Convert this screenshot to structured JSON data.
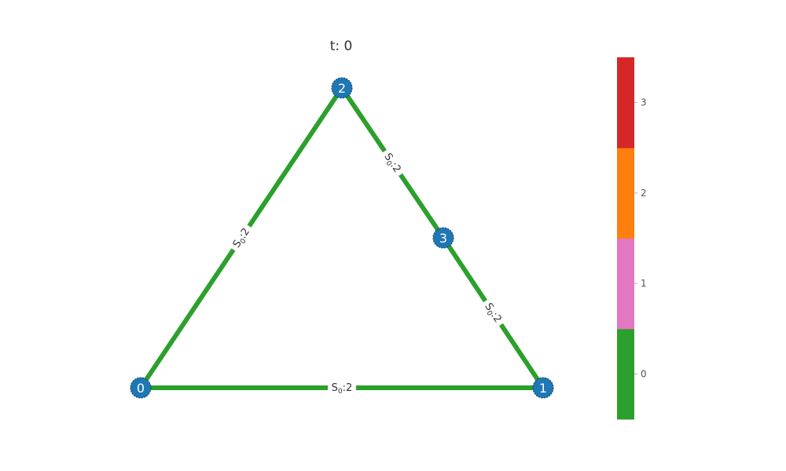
{
  "title": "t: 0",
  "nodes": [
    {
      "id": "0",
      "label": "0"
    },
    {
      "id": "1",
      "label": "1"
    },
    {
      "id": "2",
      "label": "2"
    },
    {
      "id": "3",
      "label": "3"
    }
  ],
  "edges": [
    {
      "from": "0",
      "to": "2",
      "label_main": "S",
      "label_sub": "0",
      "label_rest": ":2"
    },
    {
      "from": "2",
      "to": "3",
      "label_main": "S",
      "label_sub": "0",
      "label_rest": ":2"
    },
    {
      "from": "3",
      "to": "1",
      "label_main": "S",
      "label_sub": "0",
      "label_rest": ":2"
    },
    {
      "from": "0",
      "to": "1",
      "label_main": "S",
      "label_sub": "0",
      "label_rest": ":2"
    }
  ],
  "colorbar": {
    "ticks": [
      "0",
      "1",
      "2",
      "3"
    ],
    "colors": [
      "#2ca02c",
      "#e377c2",
      "#ff7f0e",
      "#d62728"
    ]
  },
  "colors": {
    "node_fill": "#1f77b4",
    "edge": "#2ca02c"
  }
}
